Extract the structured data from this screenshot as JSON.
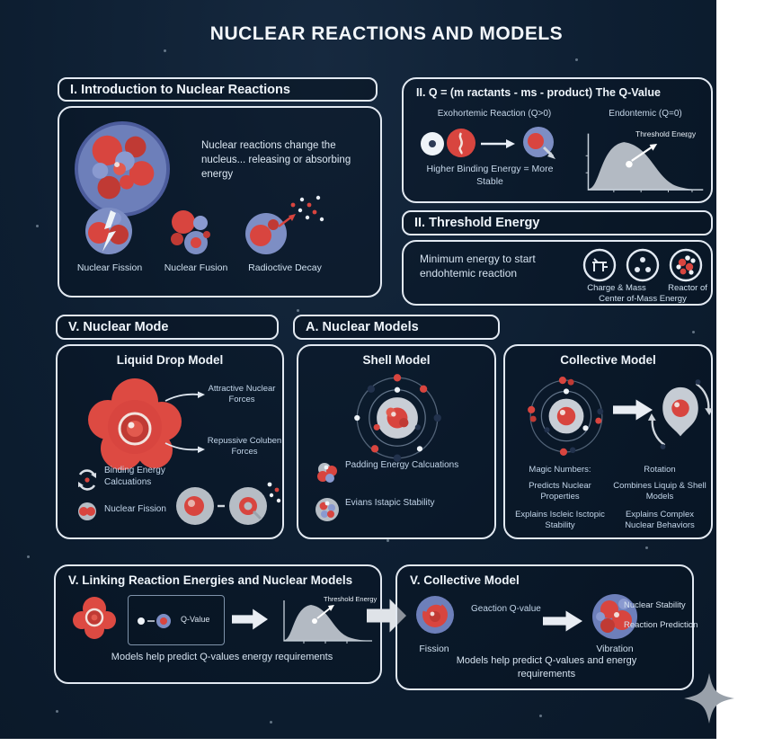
{
  "title": "NUCLEAR REACTIONS AND MODELS",
  "intro": {
    "header": "I. Introduction to Nuclear Reactions",
    "description": "Nuclear reactions change the nucleus... releasing or absorbing energy",
    "icons": [
      {
        "label": "Nuclear Fission"
      },
      {
        "label": "Nuclear Fusion"
      },
      {
        "label": "Radioctive Decay"
      }
    ]
  },
  "qvalue": {
    "header": "II. Q = (m ractants - ms - product)  The Q-Value",
    "exo_title": "Exohortemic Reaction (Q>0)",
    "exo_caption": "Higher Binding Energy = More Stable",
    "endo_title": "Endontemic (Q=0)",
    "graph_label": "Threshold Energy"
  },
  "threshold": {
    "header": "II. Threshold Energy",
    "text": "Minimum energy to start endohtemic reaction",
    "caption1": "Charge & Mass",
    "caption2": "Reactor of",
    "caption3": "Center of-Mass Energy"
  },
  "liquid": {
    "header": "V. Nuclear Mode",
    "model_title": "Liquid Drop Model",
    "label_attractive": "Attractive Nuclear Forces",
    "label_repulsive": "Repussive Coluben Forces",
    "label_binding": "Binding Energy Calcuations",
    "label_fission": "Nuclear Fission"
  },
  "models": {
    "header": "A. Nuclear Models",
    "shell": {
      "title": "Shell Model",
      "items": [
        {
          "label": "Padding Energy Calcuations"
        },
        {
          "label": "Evians Istapic Stability"
        }
      ]
    },
    "collective": {
      "title": "Collective Model",
      "left_items": [
        {
          "label": "Magic Numbers:"
        },
        {
          "label": "Predicts Nuclear Properties"
        },
        {
          "label": "Explains Iscleic Isctopic Stability"
        }
      ],
      "right_items": [
        {
          "label": "Rotation"
        },
        {
          "label": "Combines Liquip & Shell Models"
        },
        {
          "label": "Explains Complex Nuclear Behaviors"
        }
      ]
    }
  },
  "linking": {
    "header": "V. Linking Reaction Energies and Nuclear Models",
    "qvalue_label": "Q-Value",
    "graph_label": "Threshold Energy",
    "caption": "Models help predict Q-values energy requirements"
  },
  "collective_final": {
    "header": "V. Collective Model",
    "fission_label": "Fission",
    "qvalue_text": "Geaction Q-value",
    "vibration_label": "Vibration",
    "stability_label": "Nuclear Stability",
    "prediction_label": "Reaction Prediction",
    "caption": "Models help predict Q-values and energy requirements"
  },
  "colors": {
    "background": "#0d1e31",
    "border": "#e2e9f2",
    "accent_red": "#d8453f",
    "accent_blue": "#7d8ec4",
    "graph_gray": "#b6bdc5"
  }
}
